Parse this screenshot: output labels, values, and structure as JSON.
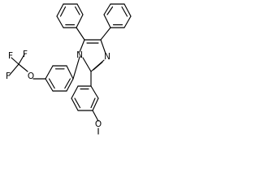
{
  "structure": {
    "atoms": {
      "f1": "F",
      "f2": "F",
      "f3": "F",
      "o_trifluoromethoxy": "O",
      "n1": "N",
      "n3": "N",
      "o_methoxy": "O"
    }
  }
}
